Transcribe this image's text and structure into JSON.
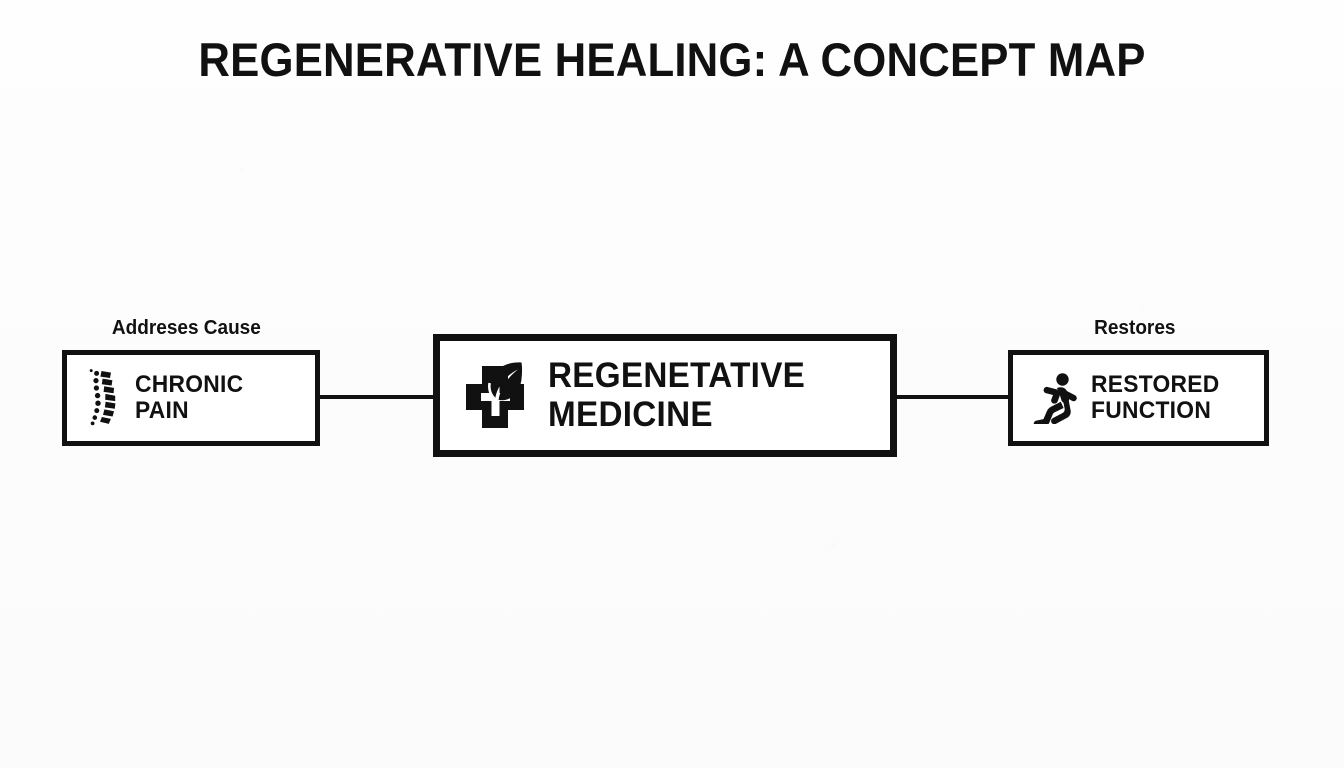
{
  "page": {
    "title": "REGENERATIVE HEALING: A CONCEPT MAP",
    "background_color": "#fdfdfd",
    "ink_color": "#111111"
  },
  "diagram": {
    "type": "concept-map",
    "orientation": "horizontal-left-to-right",
    "nodes": [
      {
        "id": "chronic-pain",
        "label": "CHRONIC\nPAIN",
        "icon": "spine-icon",
        "emphasis": "normal"
      },
      {
        "id": "regenetative-medicine",
        "label": "REGENETATIVE\nMEDICINE",
        "icon": "medical-cross-leaf-icon",
        "emphasis": "primary"
      },
      {
        "id": "restored-function",
        "label": "RESTORED\nFUNCTION",
        "icon": "running-person-icon",
        "emphasis": "normal"
      }
    ],
    "edges": [
      {
        "id": "edge-addresses-cause",
        "label": "Addreses Cause",
        "from": "regenetative-medicine",
        "to": "chronic-pain"
      },
      {
        "id": "edge-restores",
        "label": "Restores",
        "from": "regenetative-medicine",
        "to": "restored-function"
      }
    ]
  }
}
